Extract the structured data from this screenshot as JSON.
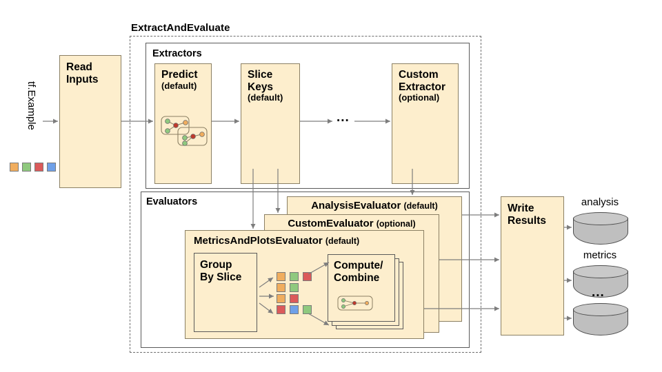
{
  "diagram": {
    "outer_group_title": "ExtractAndEvaluate",
    "input_label": "tf.Example",
    "input_chips": [
      "#f0ad5e",
      "#8fc97e",
      "#db5a5a",
      "#6fa0e8"
    ],
    "read_inputs": {
      "title": "Read\nInputs"
    },
    "extractors": {
      "group_label": "Extractors",
      "nodes": [
        {
          "title": "Predict",
          "subtitle": "(default)",
          "has_graph_icon": true
        },
        {
          "title": "Slice\nKeys",
          "subtitle": "(default)",
          "has_graph_icon": false
        },
        {
          "title": "Custom\nExtractor",
          "subtitle": "(optional)",
          "has_graph_icon": false
        }
      ],
      "ellipsis": "..."
    },
    "evaluators": {
      "group_label": "Evaluators",
      "stack": [
        {
          "title": "AnalysisEvaluator",
          "subtitle": "(default)"
        },
        {
          "title": "CustomEvaluator",
          "subtitle": "(optional)"
        },
        {
          "title": "MetricsAndPlotsEvaluator",
          "subtitle": "(default)"
        }
      ],
      "group_by_slice": {
        "title": "Group\nBy Slice"
      },
      "compute_combine": {
        "title": "Compute/\nCombine"
      },
      "slice_grid": [
        [
          "#f0ad5e",
          "#8fc97e",
          "#db5a5a"
        ],
        [
          "#f0ad5e",
          "#8fc97e"
        ],
        [
          "#f0ad5e",
          "#db5a5a"
        ],
        [
          "#db5a5a",
          "#6fa0e8",
          "#8fc97e"
        ]
      ]
    },
    "write_results": {
      "title": "Write\nResults"
    },
    "outputs": [
      {
        "caption": "analysis"
      },
      {
        "caption": "metrics"
      },
      {
        "caption": "..."
      }
    ],
    "colors": {
      "box_fill": "#fdeecd",
      "box_stroke": "#8a7f63",
      "plain_stroke": "#595959",
      "dash_stroke": "#6b6b6b",
      "arrow": "#7d7d7d",
      "cylinder": "#bfbfbf"
    }
  }
}
